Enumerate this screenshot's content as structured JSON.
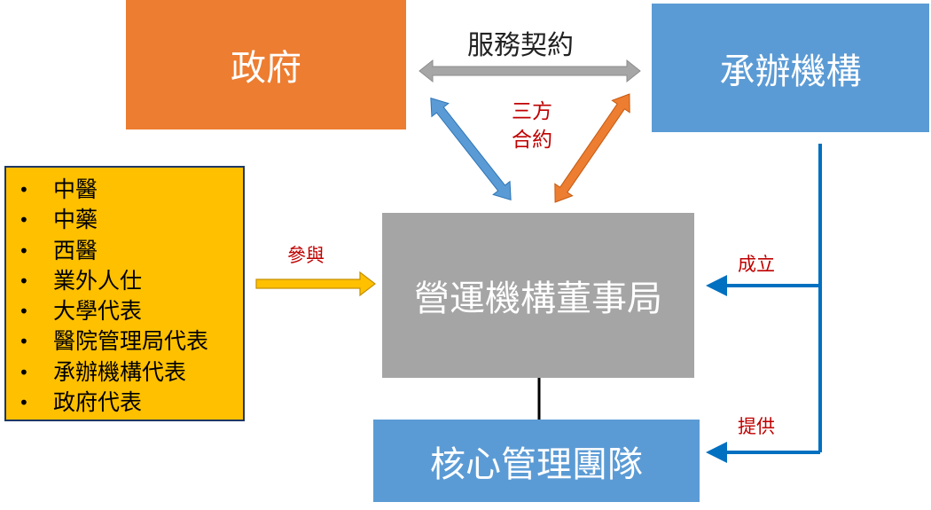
{
  "nodes": {
    "government": "政府",
    "contractor": "承辦機構",
    "board": "營運機構董事局",
    "core_team": "核心管理團隊"
  },
  "members": {
    "items": [
      "中醫",
      "中藥",
      "西醫",
      "業外人仕",
      "大學代表",
      "醫院管理局代表",
      "承辦機構代表",
      "政府代表"
    ]
  },
  "edges": {
    "service_contract": "服務契約",
    "tripartite_line1": "三方",
    "tripartite_line2": "合約",
    "participate": "參與",
    "establish": "成立",
    "provide": "提供"
  },
  "colors": {
    "government": "#ed7d31",
    "contractor": "#5b9bd5",
    "board": "#a5a5a5",
    "members_fill": "#ffc000",
    "members_border": "#1f3864",
    "label_red": "#c00000",
    "gray_arrow": "#a6a6a6",
    "blue_arrow": "#0070c0"
  }
}
